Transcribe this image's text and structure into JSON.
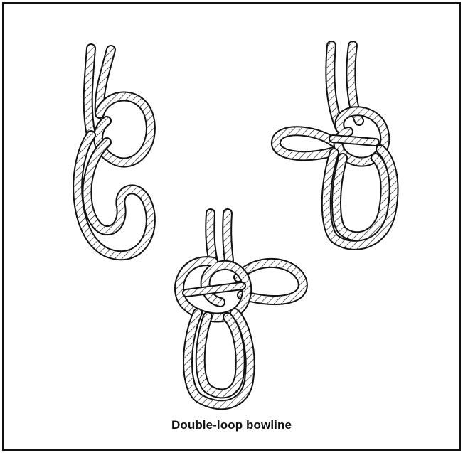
{
  "figure": {
    "caption": "Double-loop bowline",
    "steps": [
      {
        "name": "step-one-loops"
      },
      {
        "name": "step-two-tuck"
      },
      {
        "name": "step-three-finished"
      }
    ]
  },
  "colors": {
    "ink": "#111111",
    "rope_fill": "#ffffff",
    "frame": "#111111"
  }
}
